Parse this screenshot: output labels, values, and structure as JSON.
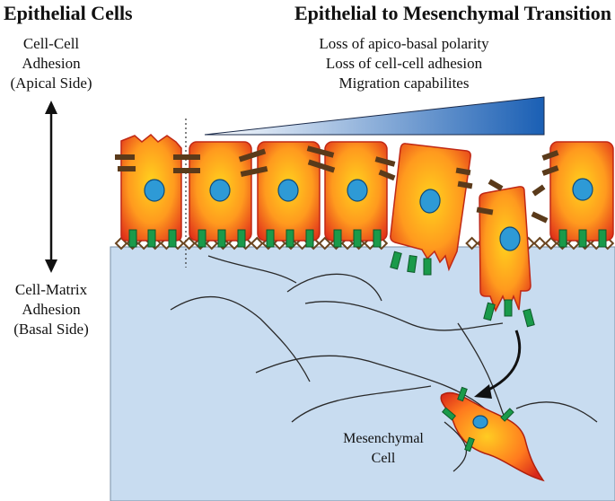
{
  "left_title": "Epithelial Cells",
  "right_title": "Epithelial to Mesenchymal Transition",
  "top_label": [
    "Cell-Cell",
    "Adhesion",
    "(Apical Side)"
  ],
  "bottom_label": [
    "Cell-Matrix",
    "Adhesion",
    "(Basal Side)"
  ],
  "emt_features": [
    "Loss of apico-basal polarity",
    "Loss of cell-cell adhesion",
    "Migration capabilites"
  ],
  "mesenchymal_label": [
    "Mesenchymal",
    "Cell"
  ],
  "colors": {
    "matrix_fill": "#c8dcf0",
    "cell_outer": "#e0301a",
    "cell_inner": "#ffd21e",
    "nucleus": "#2e9ad6",
    "integrin": "#1a9a4a",
    "junction": "#5a3a1a",
    "gradient_dark": "#1a5fb4"
  },
  "icons": [
    "double-headed-arrow-icon",
    "curved-arrow-icon",
    "gradient-wedge-icon"
  ]
}
